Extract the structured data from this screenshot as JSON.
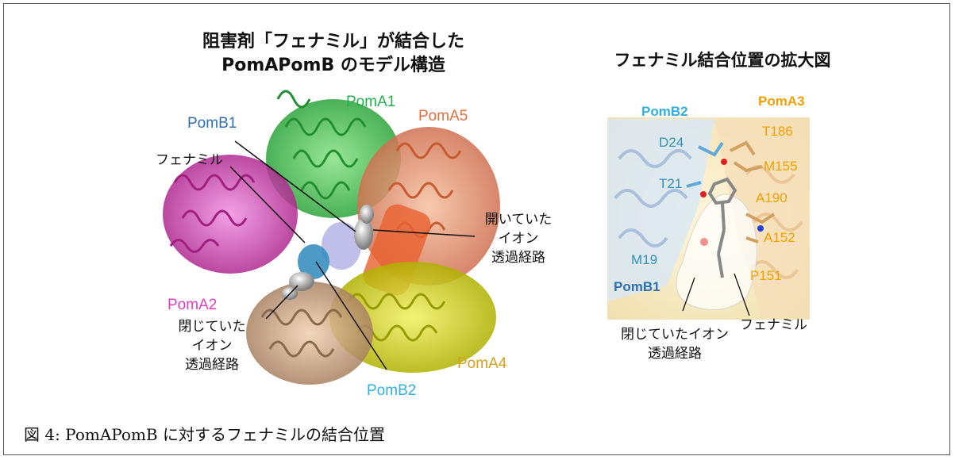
{
  "left_panel": {
    "title_line1": "阻害剤「フェナミル」が結合した",
    "title_line2": "PomAPomB のモデル構造",
    "labels": {
      "pomA1": "PomA1",
      "pomA2": "PomA2",
      "pomA4": "PomA4",
      "pomA5": "PomA5",
      "pomB1": "PomB1",
      "pomB2": "PomB2",
      "phenamil": "フェナミル",
      "open_line1": "開いていた",
      "open_line2": "イオン",
      "open_line3": "透過経路",
      "closed_line1": "閉じていた",
      "closed_line2": "イオン",
      "closed_line3": "透過経路"
    }
  },
  "right_panel": {
    "title": "フェナミル結合位置の拡大図",
    "labels": {
      "pomA3": "PomA3",
      "pomB2": "PomB2",
      "pomB1": "PomB1",
      "t186": "T186",
      "d24": "D24",
      "m155": "M155",
      "t21": "T21",
      "a190": "A190",
      "a152": "A152",
      "m19": "M19",
      "p151": "P151",
      "phenamil": "フェナミル",
      "closed_line1": "閉じていたイオン",
      "closed_line2": "透過経路"
    }
  },
  "caption": "図 4: PomAPomB に対するフェナミルの結合位置",
  "colors": {
    "pomA1": "#22b14c",
    "pomA2": "#e040c0",
    "pomA4": "#d4a020",
    "pomA5": "#e07040",
    "pomB1": "#3070b0",
    "pomB2": "#30b0e0",
    "pomA3": "#f0a000",
    "residue_orange": "#f0a000",
    "residue_blue": "#3090c0"
  }
}
